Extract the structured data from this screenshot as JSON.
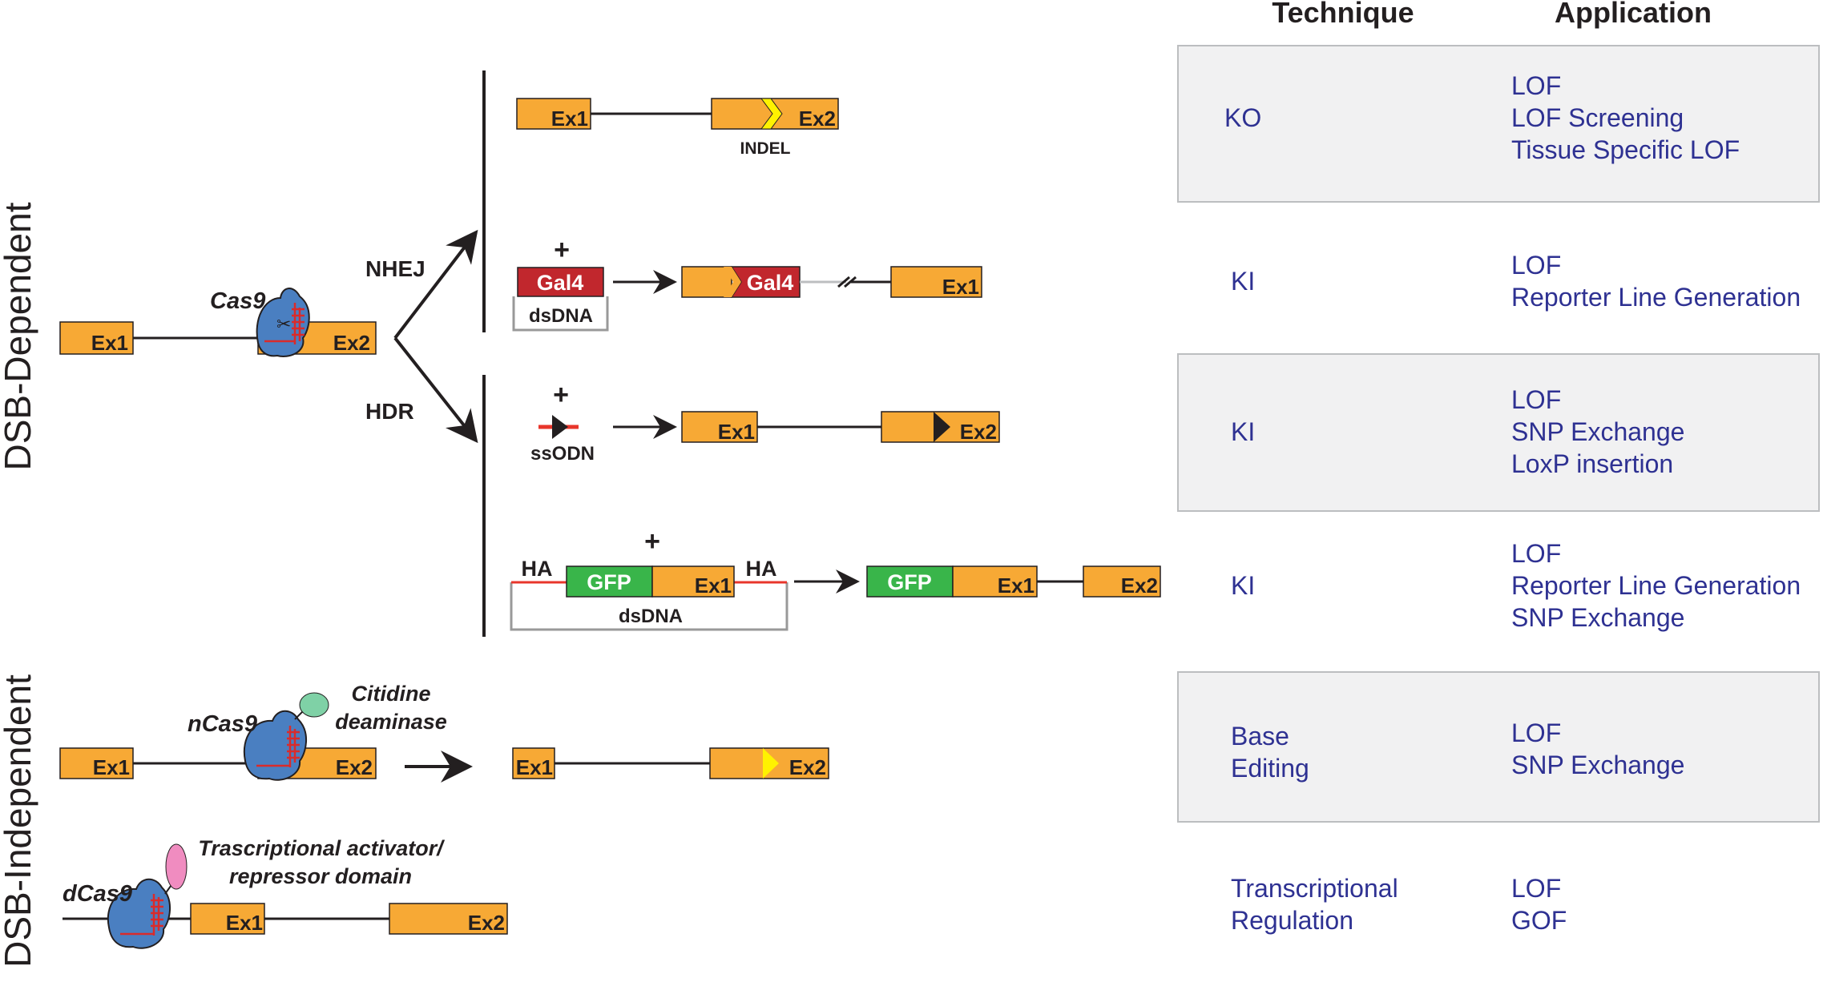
{
  "colors": {
    "exon": "#f7a935",
    "gal4": "#c1272d",
    "gfp": "#39b54a",
    "cas9": "#4a7fc1",
    "guide": "#d92b2b",
    "deaminase": "#7fd1a6",
    "activator": "#f08cc0",
    "indel": "#fff200",
    "table_text": "#2e3192",
    "row_shade": "#f1f1f2"
  },
  "headers": {
    "technique": "Technique",
    "application": "Application"
  },
  "side_labels": {
    "dsb_dependent": "DSB-Dependent",
    "dsb_independent": "DSB-Independent"
  },
  "diagram": {
    "ex1": "Ex1",
    "ex2": "Ex2",
    "cas9": "Cas9",
    "ncas9": "nCas9",
    "dcas9": "dCas9",
    "nhej": "NHEJ",
    "hdr": "HDR",
    "indel": "INDEL",
    "gal4": "Gal4",
    "dsdna": "dsDNA",
    "ssodn": "ssODN",
    "gfp": "GFP",
    "ha": "HA",
    "plus": "+",
    "deaminase_line1": "Citidine",
    "deaminase_line2": "deaminase",
    "activator_line1": "Trascriptional activator/",
    "activator_line2": "repressor domain"
  },
  "rows": [
    {
      "technique": [
        "KO"
      ],
      "applications": [
        "LOF",
        "LOF Screening",
        "Tissue Specific LOF"
      ]
    },
    {
      "technique": [
        "KI"
      ],
      "applications": [
        "LOF",
        "Reporter Line Generation"
      ]
    },
    {
      "technique": [
        "KI"
      ],
      "applications": [
        "LOF",
        "SNP Exchange",
        "LoxP insertion"
      ]
    },
    {
      "technique": [
        "KI"
      ],
      "applications": [
        "LOF",
        "Reporter Line Generation",
        "SNP Exchange"
      ]
    },
    {
      "technique": [
        "Base",
        "Editing"
      ],
      "applications": [
        "LOF",
        "SNP Exchange"
      ]
    },
    {
      "technique": [
        "Transcriptional",
        "Regulation"
      ],
      "applications": [
        "LOF",
        "GOF"
      ]
    }
  ]
}
